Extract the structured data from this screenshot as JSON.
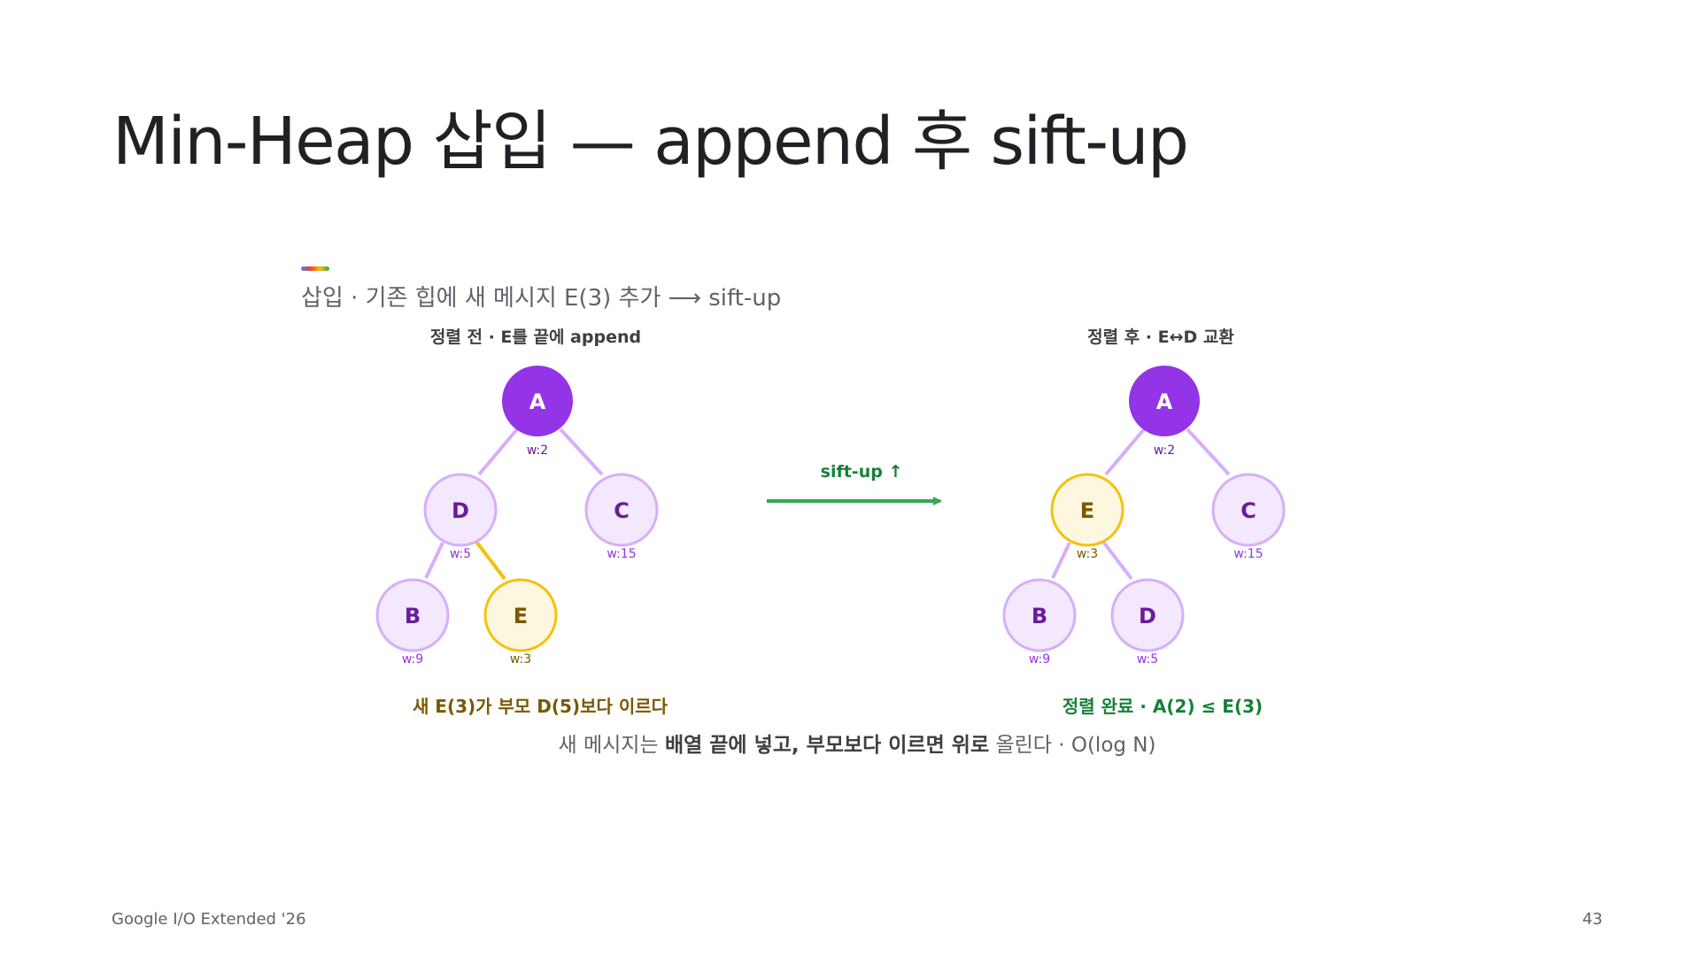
{
  "slide": {
    "title": "Min-Heap 삽입 — append 후 sift-up",
    "subtitle": "삽입 · 기존 힙에 새 메시지 E(3) 추가 ⟶ sift-up",
    "summary": {
      "prefix": "새 메시지는 ",
      "bold1": "배열 끝에 넣고, 부모보다 이르면 위로",
      "suffix": " 올린다 · O(log N)"
    },
    "footer": "Google I/O Extended '26",
    "page_number": "43"
  },
  "before": {
    "caption": "정렬 전 · E를 끝에 append",
    "note": "새 E(3)가 부모 D(5)보다 이르다",
    "nodes": {
      "A": {
        "label": "A",
        "weight": "w:2"
      },
      "D": {
        "label": "D",
        "weight": "w:5"
      },
      "C": {
        "label": "C",
        "weight": "w:15"
      },
      "B": {
        "label": "B",
        "weight": "w:9"
      },
      "E": {
        "label": "E",
        "weight": "w:3"
      }
    }
  },
  "after": {
    "caption": "정렬 후 · E↔D 교환",
    "note": "정렬 완료 · A(2) ≤ E(3)",
    "nodes": {
      "A": {
        "label": "A",
        "weight": "w:2"
      },
      "E": {
        "label": "E",
        "weight": "w:3"
      },
      "C": {
        "label": "C",
        "weight": "w:15"
      },
      "B": {
        "label": "B",
        "weight": "w:9"
      },
      "D": {
        "label": "D",
        "weight": "w:5"
      }
    }
  },
  "transition": {
    "label": "sift-up ↑"
  },
  "colors": {
    "root_fill": "#9334e6",
    "node_fill": "#f3e8fd",
    "node_stroke": "#d7aefb",
    "node_text": "#6a1b9a",
    "highlight_fill": "#fef7e0",
    "highlight_stroke": "#f4c20d",
    "highlight_text": "#7a5800",
    "edge": "#d7aefb",
    "arrow": "#34a853"
  }
}
